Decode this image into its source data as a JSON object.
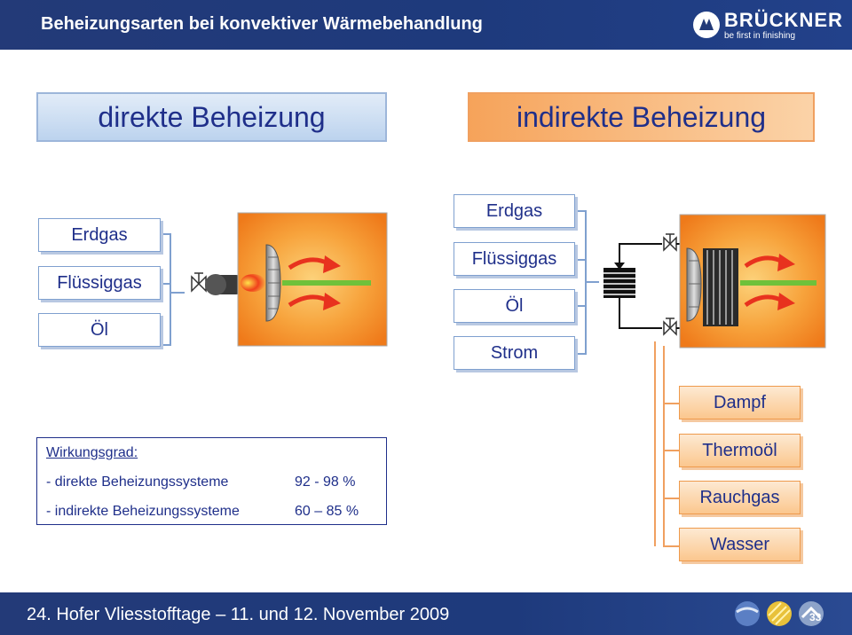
{
  "header": {
    "title": "Beheizungsarten bei konvektiver Wärmebehandlung",
    "logo_name": "BRÜCKNER",
    "logo_tagline": "be first in finishing"
  },
  "left": {
    "heading": "direkte Beheizung",
    "fuels": [
      "Erdgas",
      "Flüssiggas",
      "Öl"
    ]
  },
  "right": {
    "heading": "indirekte Beheizung",
    "sources": [
      "Erdgas",
      "Flüssiggas",
      "Öl",
      "Strom"
    ],
    "media": [
      "Dampf",
      "Thermoöl",
      "Rauchgas",
      "Wasser"
    ]
  },
  "efficiency": {
    "title": "Wirkungsgrad:",
    "rows": [
      {
        "label": "- direkte Beheizungssysteme",
        "value": "92 - 98 %"
      },
      {
        "label": "- indirekte Beheizungssysteme",
        "value": "60 – 85 %"
      }
    ]
  },
  "footer": {
    "event": "24. Hofer Vliesstofftage – 11. und 12. November 2009",
    "page": "33"
  },
  "colors": {
    "navy": "#1f2f8a",
    "header_bg": "#233a78",
    "orange_fill": "#f6a35a",
    "flame_red": "#e8321e",
    "green_bar": "#6fc13a"
  }
}
